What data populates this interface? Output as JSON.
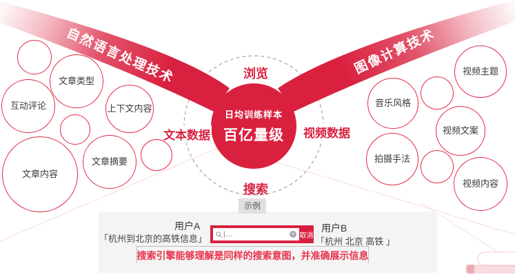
{
  "colors": {
    "brand_red": "#d9213f",
    "circle_stroke": "#e02a45",
    "caption_red": "#e8334e",
    "panel_gray": "#f4f4f4",
    "dash_gray": "#aaaaaa"
  },
  "ribbons": {
    "left_label": "自然语言处理技术",
    "right_label": "图像计算技术"
  },
  "hub": {
    "line1": "日均训练样本",
    "line2": "百亿量级"
  },
  "ring_labels": {
    "top": "浏览",
    "bottom": "搜索",
    "left": "文本数据",
    "right": "视频数据"
  },
  "bubbles": {
    "left": [
      "文章类型",
      "互动评论",
      "上下文内容",
      "文章摘要",
      "文章内容"
    ],
    "right": [
      "视频主题",
      "音乐风格",
      "视频文案",
      "拍摄手法",
      "视频内容"
    ]
  },
  "example": {
    "badge": "示例",
    "user_a": {
      "name": "用户A",
      "query": "「杭州到北京的高铁信息」"
    },
    "user_b": {
      "name": "用户B",
      "query": "「杭州 北京 高铁 」"
    },
    "search": {
      "placeholder": "|....",
      "cancel_label": "取消",
      "clear_glyph": "×"
    },
    "caption": "搜索引擎能够理解是同样的搜索意图，并准确展示信息"
  },
  "icons": {
    "search": "magnifier-icon",
    "clear": "circle-x-icon"
  }
}
